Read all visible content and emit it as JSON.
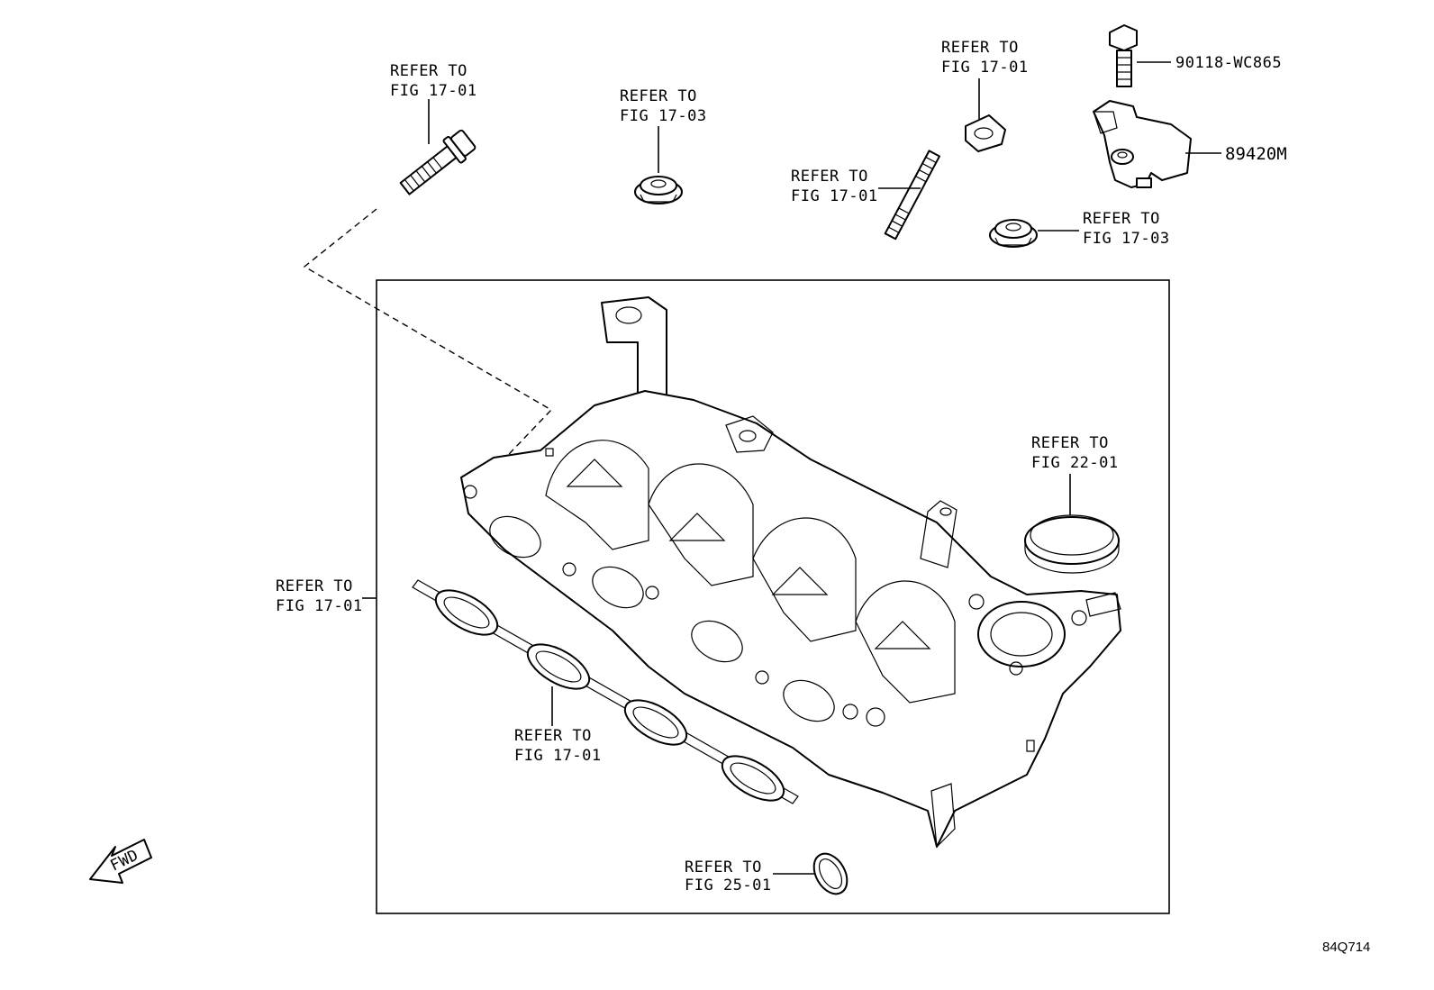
{
  "callouts": {
    "bolt_top_left": {
      "line1": "REFER TO",
      "line2": "FIG 17-01"
    },
    "gasket_nut_center": {
      "line1": "REFER TO",
      "line2": "FIG 17-03"
    },
    "nut_top_right": {
      "line1": "REFER TO",
      "line2": "FIG 17-01"
    },
    "stud": {
      "line1": "REFER TO",
      "line2": "FIG 17-01"
    },
    "gasket_nut_right": {
      "line1": "REFER TO",
      "line2": "FIG 17-03"
    },
    "o_ring_large": {
      "line1": "REFER TO",
      "line2": "FIG 22-01"
    },
    "manifold_assy": {
      "line1": "REFER TO",
      "line2": "FIG 17-01"
    },
    "intake_gasket": {
      "line1": "REFER TO",
      "line2": "FIG 17-01"
    },
    "o_ring_small": {
      "line1": "REFER TO",
      "line2": "FIG 25-01"
    }
  },
  "parts": {
    "bolt_part_number": "90118-WC865",
    "sensor_part_number": "89420M"
  },
  "fwd_label": "FWD",
  "figure_ref": "84Q714"
}
